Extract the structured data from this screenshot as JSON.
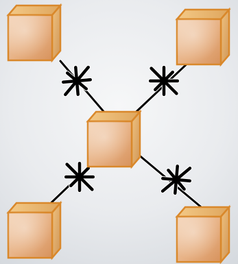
{
  "diagram": {
    "type": "star-topology",
    "center": {
      "id": "center-node",
      "shape": "cube"
    },
    "satellites": [
      {
        "id": "top-left-node",
        "position": "top-left",
        "shape": "cube"
      },
      {
        "id": "top-right-node",
        "position": "top-right",
        "shape": "cube"
      },
      {
        "id": "bottom-left-node",
        "position": "bottom-left",
        "shape": "cube"
      },
      {
        "id": "bottom-right-node",
        "position": "bottom-right",
        "shape": "cube"
      }
    ],
    "connections": [
      {
        "from": "center-node",
        "to": "top-left-node",
        "marker": "asterisk"
      },
      {
        "from": "center-node",
        "to": "top-right-node",
        "marker": "asterisk"
      },
      {
        "from": "center-node",
        "to": "bottom-left-node",
        "marker": "asterisk"
      },
      {
        "from": "center-node",
        "to": "bottom-right-node",
        "marker": "asterisk"
      }
    ]
  },
  "colors": {
    "cube_edge": "#d9882b",
    "cube_front": "#dea57b",
    "cube_side": "#d6a05f",
    "cube_top": "#e8b86e",
    "line": "#000000",
    "line_highlight": "#ffffff",
    "background_center": "#f6f7f8",
    "background_edge": "#d5d9de"
  }
}
